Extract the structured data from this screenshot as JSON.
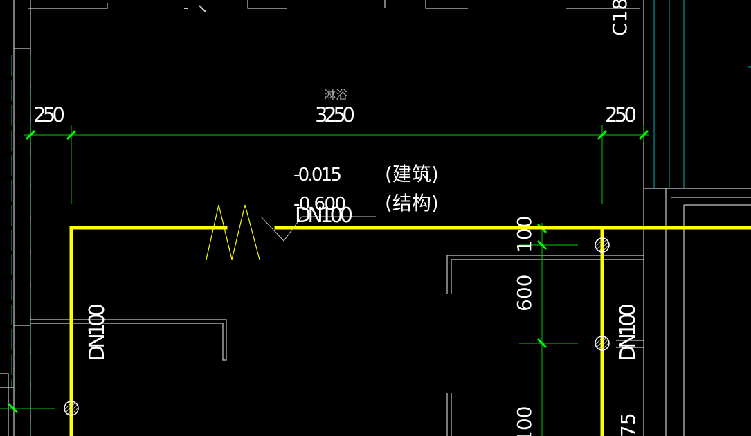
{
  "drawing": {
    "background": "#000000",
    "colors": {
      "wall": "#c8c8c8",
      "pipe": "#ffff00",
      "dimension": "#00cc00",
      "tick": "#00ff00",
      "axis": "#00b0b0",
      "text": "#ffffff"
    },
    "labels": {
      "room_name": "淋浴",
      "column_tag": "C18",
      "elev_arch": "-0.015",
      "elev_arch_note": "(建筑)",
      "elev_struct": "-0.600",
      "elev_struct_note": "(结构)",
      "pipe_top": "DN100",
      "pipe_left": "DN100",
      "pipe_right": "DN100"
    },
    "dimensions": {
      "top_left": "250",
      "top_middle": "3250",
      "top_right": "250",
      "vertical_a": "100",
      "vertical_b": "600",
      "vertical_c": "100",
      "bottom_right": "75"
    },
    "icons": {
      "break_symbol": "zigzag-break-icon",
      "slope_arrow": "triangle-arrow-icon",
      "riser": "hatched-circle-riser-icon"
    }
  }
}
